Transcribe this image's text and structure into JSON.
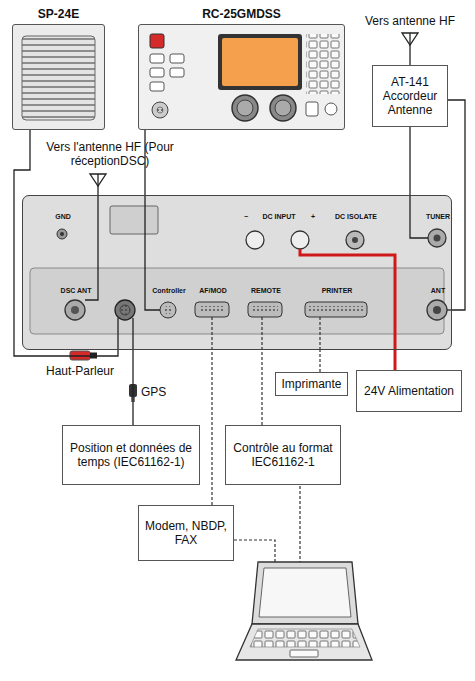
{
  "diagram": {
    "nodes": [
      {
        "text": [
          "SP-24E"
        ]
      },
      {
        "text": [
          "RC-25GMDSS"
        ]
      },
      {
        "text": [
          "AT-141 Accordeur Antenne"
        ]
      },
      {
        "text": [
          "GND",
          "DSC ANT",
          "Controller",
          "AF/MOD",
          "REMOTE",
          "PRINTER",
          "−",
          "DC INPUT",
          "+",
          "DC ISOLATE",
          "TUNER",
          "ANT"
        ]
      },
      {
        "text": [
          "Imprimante"
        ]
      },
      {
        "text": [
          "24V Alimentation"
        ]
      },
      {
        "text": [
          "Position et données de temps (IEC61162-1)"
        ]
      },
      {
        "text": [
          "Contrôle au format IEC61162-1"
        ]
      },
      {
        "text": [
          "Modem, NBDP, FAX"
        ]
      }
    ],
    "edges": [
      {
        "from": 0,
        "to": 3,
        "arrow": "none"
      },
      {
        "from": 1,
        "to": 3,
        "arrow": "none"
      },
      {
        "from": 2,
        "to": 3,
        "arrow": "none"
      },
      {
        "from": 2,
        "to": 3,
        "arrow": "none"
      },
      {
        "from": 4,
        "to": 3,
        "arrow": "none"
      },
      {
        "from": 5,
        "to": 3,
        "arrow": "none"
      },
      {
        "from": 6,
        "to": 3,
        "arrow": "none"
      },
      {
        "from": 7,
        "to": 3,
        "arrow": "none"
      },
      {
        "from": 8,
        "to": 3,
        "arrow": "none"
      }
    ],
    "labels": [
      "Vers antenne HF",
      "Vers l'antenne HF (Pour réceptionDSC)",
      "Haut-Parleur",
      "GPS"
    ]
  }
}
